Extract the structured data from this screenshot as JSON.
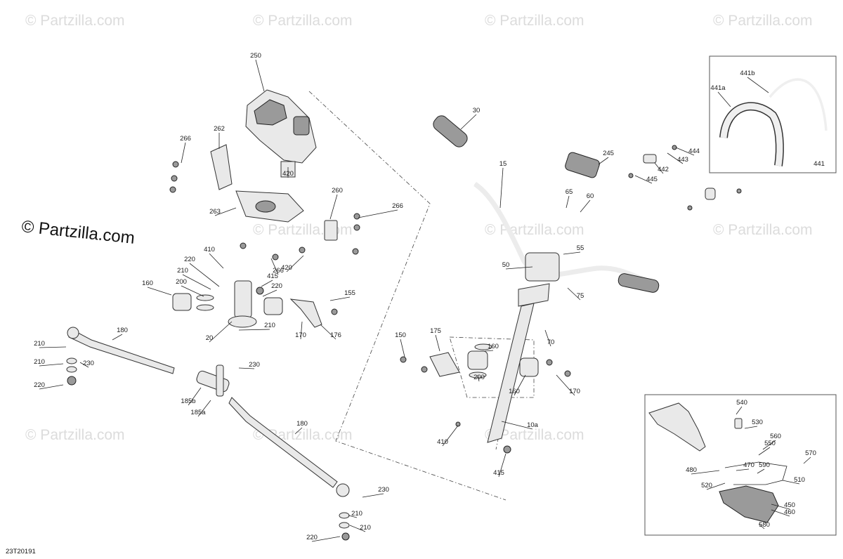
{
  "watermark": "© Partzilla.com",
  "brand_label": "© Partzilla.com",
  "diagram_code": "23T20191",
  "callouts": [
    "250",
    "262",
    "266",
    "420",
    "263",
    "260",
    "266",
    "266",
    "420",
    "410",
    "220",
    "415",
    "220",
    "210",
    "200",
    "160",
    "155",
    "20",
    "210",
    "170",
    "176",
    "180",
    "210",
    "230",
    "210",
    "230",
    "220",
    "185b",
    "185a",
    "180",
    "230",
    "210",
    "210",
    "220",
    "30",
    "15",
    "245",
    "444",
    "443",
    "442",
    "445",
    "441a",
    "441b",
    "441",
    "65",
    "60",
    "55",
    "50",
    "75",
    "70",
    "175",
    "150",
    "160",
    "200",
    "160",
    "170",
    "410",
    "10a",
    "415",
    "540",
    "530",
    "560",
    "550",
    "570",
    "480",
    "470",
    "590",
    "510",
    "520",
    "450",
    "460",
    "580"
  ]
}
